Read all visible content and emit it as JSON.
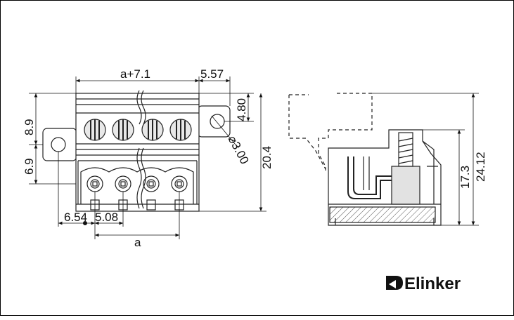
{
  "dimensions": {
    "top_width": "a+7.1",
    "flange_offset": "5.57",
    "upper_height": "8.9",
    "lower_height": "6.9",
    "hole_offset": "4.80",
    "hole_diameter": "⌀3.00",
    "total_height": "20.4",
    "left_offset": "6.54",
    "pitch": "5.08",
    "pitch_span": "a",
    "side_height_inner": "17.3",
    "side_height_total": "24.12"
  },
  "logo": {
    "text": "Elinker",
    "icon": "elinker-logo-icon"
  }
}
